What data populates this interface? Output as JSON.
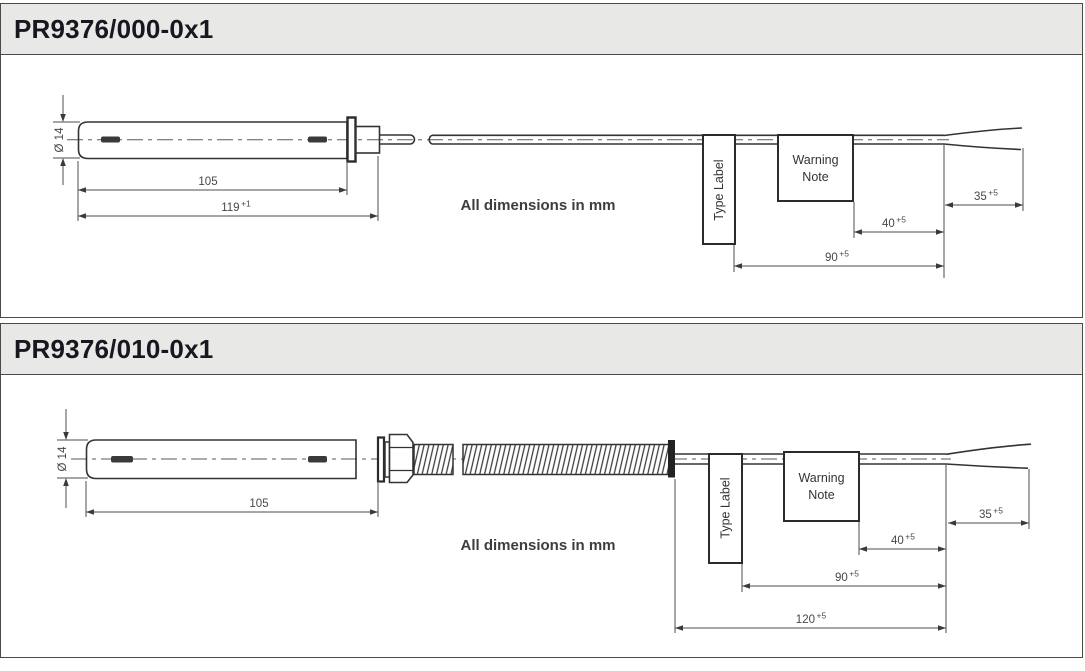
{
  "colors": {
    "titlebar_bg": "#e8e8e7",
    "title_text": "#17171f",
    "object_line": "#333333",
    "dimension_line": "#4d4d4d"
  },
  "panels": [
    {
      "title": "PR9376/000-0x1",
      "note": "All dimensions in mm",
      "diameter_label": "Ø 14",
      "type_label": "Type Label",
      "warning_line1": "Warning",
      "warning_line2": "Note",
      "dims": {
        "body": {
          "value": "105",
          "tol": ""
        },
        "overall": {
          "value": "119",
          "tol": "+1"
        },
        "wire_strip": {
          "value": "35",
          "tol": "+5"
        },
        "inner_free": {
          "value": "40",
          "tol": "+5"
        },
        "outer_free": {
          "value": "90",
          "tol": "+5"
        }
      }
    },
    {
      "title": "PR9376/010-0x1",
      "note": "All dimensions in mm",
      "diameter_label": "Ø 14",
      "type_label": "Type Label",
      "warning_line1": "Warning",
      "warning_line2": "Note",
      "dims": {
        "body": {
          "value": "105",
          "tol": ""
        },
        "wire_strip": {
          "value": "35",
          "tol": "+5"
        },
        "inner_free": {
          "value": "40",
          "tol": "+5"
        },
        "outer_free": {
          "value": "90",
          "tol": "+5"
        },
        "conduit": {
          "value": "120",
          "tol": "+5"
        }
      }
    }
  ]
}
